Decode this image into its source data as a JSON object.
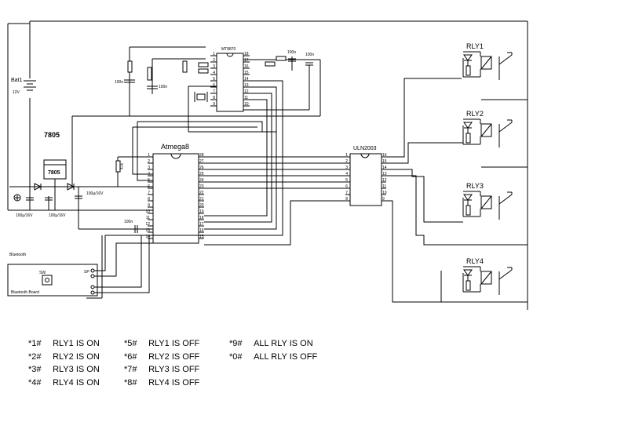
{
  "labels": {
    "battery": "Bat1",
    "battery_volt": "12V",
    "regulator_title": "7805",
    "regulator_chip": "7805",
    "cap1": "100µ/16V",
    "cap2": "100µ/16V",
    "cap3": "100µ/16V",
    "mcu": "Atmega8",
    "dtmf": "MT8870",
    "driver": "ULN2003",
    "bluetooth_title": "Bluetooth",
    "bluetooth_board": "Bluetooth Board",
    "sw": "SW",
    "sp": "SP",
    "cap_100n_a": "100n",
    "cap_100n_b": "100n",
    "cap_100n_c": "100n",
    "cap_100n_d": "100n",
    "cap_100n_e": "100n",
    "res_47k": "47k",
    "rly1": "RLY1",
    "rly2": "RLY2",
    "rly3": "RLY3",
    "rly4": "RLY4"
  },
  "mcu_pins_left": [
    "1",
    "2",
    "3",
    "4",
    "5",
    "6",
    "7",
    "8",
    "9",
    "10",
    "11",
    "12",
    "13",
    "14"
  ],
  "mcu_pins_right": [
    "28",
    "27",
    "26",
    "25",
    "24",
    "23",
    "22",
    "21",
    "20",
    "19",
    "18",
    "17",
    "16",
    "15"
  ],
  "uln_pins_left": [
    "1",
    "2",
    "3",
    "4",
    "5",
    "6",
    "7",
    "8"
  ],
  "uln_pins_right": [
    "16",
    "15",
    "14",
    "13",
    "12",
    "11",
    "10",
    "9"
  ],
  "dtmf_pins_left": [
    "1",
    "2",
    "3",
    "4",
    "5",
    "6",
    "7",
    "8",
    "9"
  ],
  "dtmf_pins_right": [
    "18",
    "17",
    "16",
    "15",
    "14",
    "13",
    "12",
    "11",
    "10"
  ],
  "commands": [
    {
      "code": "*1#",
      "text": "RLY1 IS ON"
    },
    {
      "code": "*2#",
      "text": "RLY2 IS ON"
    },
    {
      "code": "*3#",
      "text": "RLY3 IS ON"
    },
    {
      "code": "*4#",
      "text": "RLY4 IS ON"
    },
    {
      "code": "*5#",
      "text": "RLY1 IS OFF"
    },
    {
      "code": "*6#",
      "text": "RLY2 IS OFF"
    },
    {
      "code": "*7#",
      "text": "RLY3 IS OFF"
    },
    {
      "code": "*8#",
      "text": "RLY4 IS OFF"
    },
    {
      "code": "*9#",
      "text": "ALL RLY IS ON"
    },
    {
      "code": "*0#",
      "text": "ALL RLY IS OFF"
    }
  ]
}
